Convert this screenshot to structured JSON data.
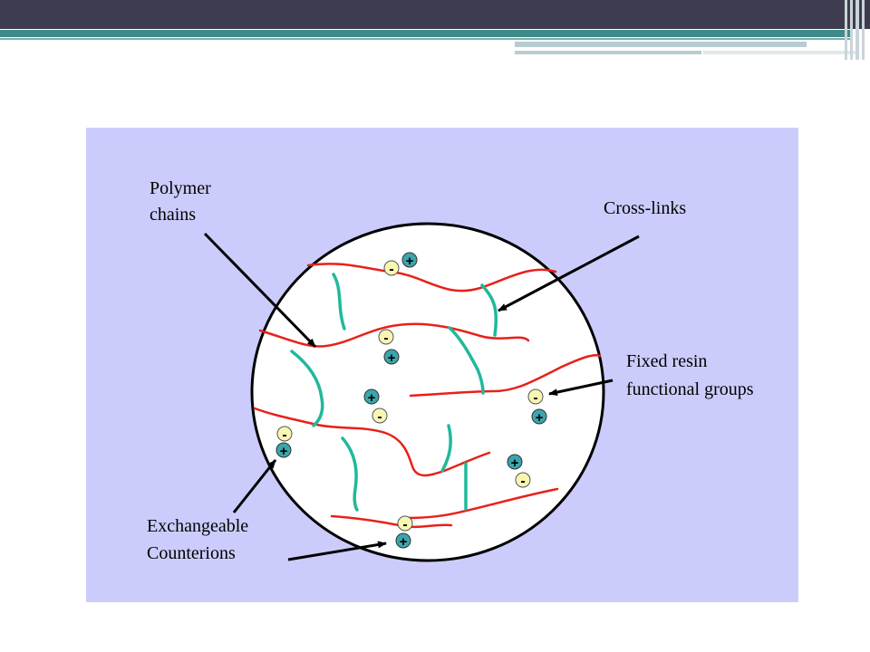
{
  "labels": {
    "polymer_line1": "Polymer",
    "polymer_line2": "chains",
    "crosslinks": "Cross-links",
    "fixed_line1": "Fixed resin",
    "fixed_line2": "functional groups",
    "exchange_line1": "Exchangeable",
    "exchange_line2": "Counterions"
  },
  "symbols": {
    "negative": "-",
    "positive": "+"
  },
  "colors": {
    "panel_background": "#ccccfc",
    "polymer_chain": "#e8201a",
    "crosslink": "#20b99a",
    "negative_charge_fill": "#f8f6b2",
    "positive_charge_fill": "#3aa6ad",
    "title_bar": "#3e3d4f",
    "accent_teal": "#3f8b8a"
  }
}
